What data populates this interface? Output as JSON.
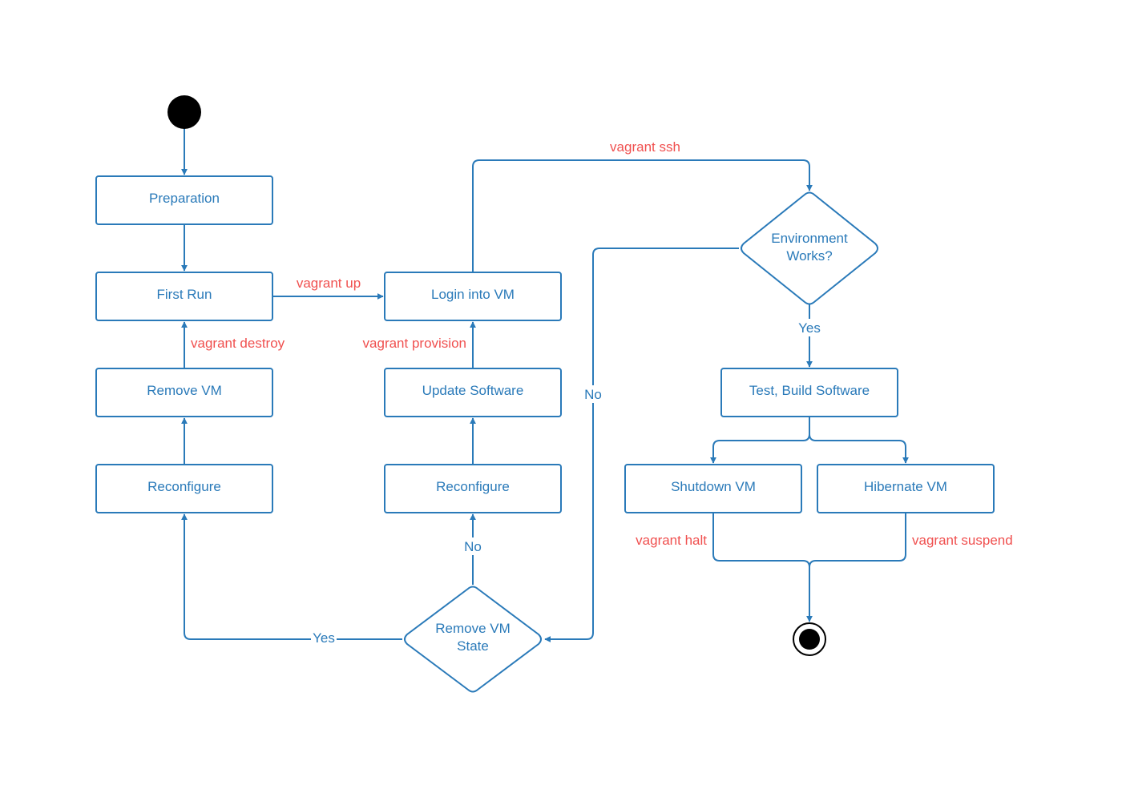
{
  "colors": {
    "node_stroke": "#2a7ab9",
    "node_text": "#2a7ab9",
    "command_text": "#f0504f",
    "start_end": "#000000"
  },
  "nodes": {
    "preparation": "Preparation",
    "first_run": "First Run",
    "remove_vm": "Remove VM",
    "reconfigure_left": "Reconfigure",
    "login_vm": "Login into VM",
    "update_software": "Update Software",
    "reconfigure_mid": "Reconfigure",
    "remove_vm_state": [
      "Remove VM",
      "State"
    ],
    "environment_works": [
      "Environment",
      "Works?"
    ],
    "test_build": "Test, Build Software",
    "shutdown_vm": "Shutdown VM",
    "hibernate_vm": "Hibernate VM"
  },
  "commands": {
    "vagrant_up": "vagrant up",
    "vagrant_destroy": "vagrant destroy",
    "vagrant_provision": "vagrant provision",
    "vagrant_ssh": "vagrant ssh",
    "vagrant_halt": "vagrant halt",
    "vagrant_suspend": "vagrant suspend"
  },
  "branches": {
    "env_yes": "Yes",
    "env_no": "No",
    "state_yes": "Yes",
    "state_no": "No"
  },
  "icons": {
    "start": "initial-node-icon",
    "end": "final-node-icon"
  }
}
